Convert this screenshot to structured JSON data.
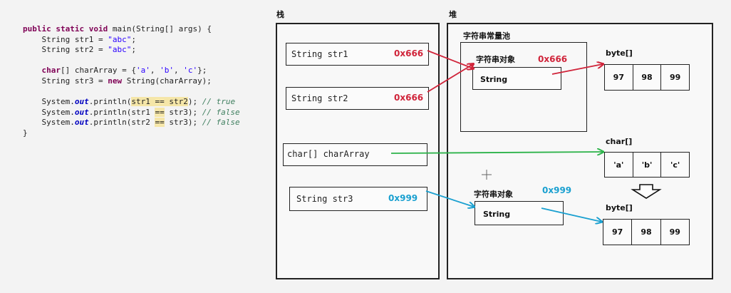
{
  "code": {
    "lines": [
      "public static void main(String[] args) {",
      "    String str1 = \"abc\";",
      "    String str2 = \"abc\";",
      "",
      "    char[] charArray = {'a', 'b', 'c'};",
      "    String str3 = new String(charArray);",
      "",
      "    System.out.println(str1 == str2); // true",
      "    System.out.println(str1 == str3); // false",
      "    System.out.println(str2 == str3); // false",
      "}"
    ]
  },
  "stack": {
    "title": "栈",
    "vars": [
      {
        "text": "String str1",
        "addr": "0x666"
      },
      {
        "text": "String str2",
        "addr": "0x666"
      },
      {
        "text": "char[] charArray",
        "addr": ""
      },
      {
        "text": "String str3",
        "addr": "0x999"
      }
    ]
  },
  "heap": {
    "title": "堆",
    "pool_title": "字符串常量池",
    "pool_object": {
      "label": "字符串对象",
      "addr": "0x666",
      "inner": "String"
    },
    "new_object": {
      "label": "字符串对象",
      "addr": "0x999",
      "inner": "String"
    },
    "arrays": [
      {
        "type": "byte[]",
        "cells": [
          "97",
          "98",
          "99"
        ]
      },
      {
        "type": "char[]",
        "cells": [
          "'a'",
          "'b'",
          "'c'"
        ]
      },
      {
        "type": "byte[]",
        "cells": [
          "97",
          "98",
          "99"
        ]
      }
    ]
  },
  "colors": {
    "red": "#d0243a",
    "green": "#2db34a",
    "blue": "#1aa0d0"
  }
}
